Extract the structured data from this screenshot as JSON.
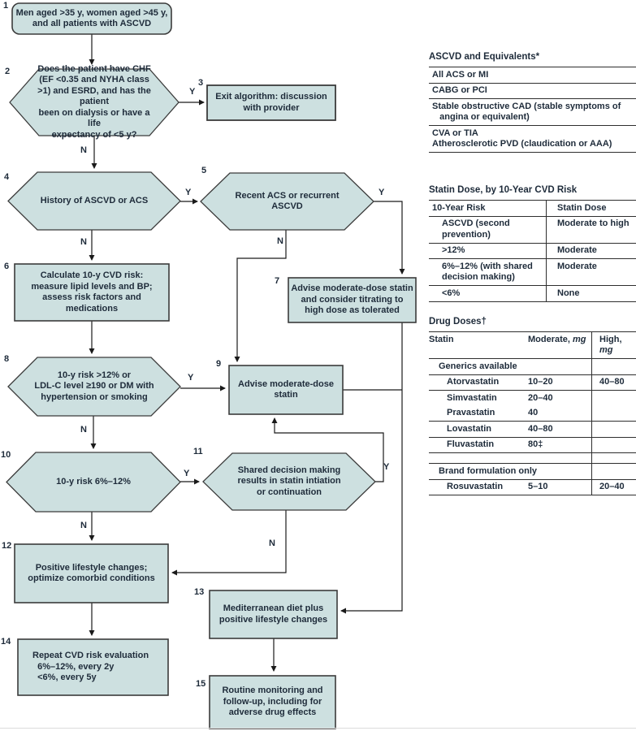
{
  "figure": {
    "nodes": {
      "n1": {
        "number": "1",
        "text": "Men aged >35 y, women aged >45 y,\nand all patients with ASCVD"
      },
      "n2": {
        "number": "2",
        "text": "Does the patient have CHF\n(EF <0.35 and NYHA class\n>1) and ESRD, and has the patient\nbeen on dialysis or have a life\nexpectancy of <5 y?"
      },
      "n3": {
        "number": "3",
        "text": "Exit algorithm: discussion\nwith provider"
      },
      "n4": {
        "number": "4",
        "text": "History of ASCVD or ACS"
      },
      "n5": {
        "number": "5",
        "text": "Recent ACS or recurrent\nASCVD"
      },
      "n6": {
        "number": "6",
        "text": "Calculate 10-y CVD risk:\nmeasure lipid levels and BP;\nassess risk factors and\nmedications"
      },
      "n7": {
        "number": "7",
        "text": "Advise moderate-dose statin\nand consider titrating to\nhigh dose as tolerated"
      },
      "n8": {
        "number": "8",
        "text": "10-y risk >12% or\nLDL-C level ≥190 or DM with\nhypertension or smoking"
      },
      "n9": {
        "number": "9",
        "text": "Advise moderate-dose statin"
      },
      "n10": {
        "number": "10",
        "text": "10-y risk 6%–12%"
      },
      "n11": {
        "number": "11",
        "text": "Shared decision making\nresults in statin intiation\nor continuation"
      },
      "n12": {
        "number": "12",
        "text": "Positive lifestyle changes;\noptimize comorbid conditions"
      },
      "n13": {
        "number": "13",
        "text": "Mediterranean diet plus\npositive lifestyle changes"
      },
      "n14": {
        "number": "14",
        "text": "Repeat CVD risk evaluation\n  6%–12%, every 2y\n  <6%, every 5y"
      },
      "n15": {
        "number": "15",
        "text": "Routine monitoring and\nfollow-up, including for\nadverse drug effects"
      }
    },
    "edge_labels": {
      "yes": "Y",
      "no": "N"
    },
    "colors": {
      "node_fill": "#cde0e0",
      "node_border": "#3b3b3b",
      "line": "#1a1a1a"
    }
  },
  "tables": {
    "ascvd": {
      "title": "ASCVD and Equivalents*",
      "rows": [
        "All ACS or MI",
        "CABG or PCI",
        "Stable obstructive CAD (stable symptoms of\n   angina or equivalent)",
        "CVA or TIA\nAtherosclerotic PVD (claudication or AAA)"
      ]
    },
    "risk": {
      "title": "Statin Dose, by 10-Year CVD Risk",
      "col1_header": "10-Year Risk",
      "col2_header": "Statin Dose",
      "rows": [
        {
          "risk": "ASCVD (second prevention)",
          "dose": "Moderate to high"
        },
        {
          "risk": ">12%",
          "dose": "Moderate"
        },
        {
          "risk": "6%–12% (with shared\ndecision making)",
          "dose": "Moderate"
        },
        {
          "risk": "<6%",
          "dose": "None"
        }
      ]
    },
    "doses": {
      "title": "Drug Doses†",
      "col_statin": "Statin",
      "col_moderate": {
        "label": "Moderate, ",
        "unit": "mg"
      },
      "col_high": {
        "label": "High, ",
        "unit": "mg"
      },
      "group1": "Generics available",
      "group2": "Brand formulation only",
      "rows": [
        {
          "statin": "Atorvastatin",
          "moderate": "10–20",
          "high": "40–80"
        },
        {
          "statin": "Simvastatin",
          "moderate": "20–40",
          "high": ""
        },
        {
          "statin": "Pravastatin",
          "moderate": "40",
          "high": ""
        },
        {
          "statin": "Lovastatin",
          "moderate": "40–80",
          "high": ""
        },
        {
          "statin": "Fluvastatin",
          "moderate": "80‡",
          "high": ""
        },
        {
          "statin": "Rosuvastatin",
          "moderate": "5–10",
          "high": "20–40"
        }
      ]
    }
  }
}
